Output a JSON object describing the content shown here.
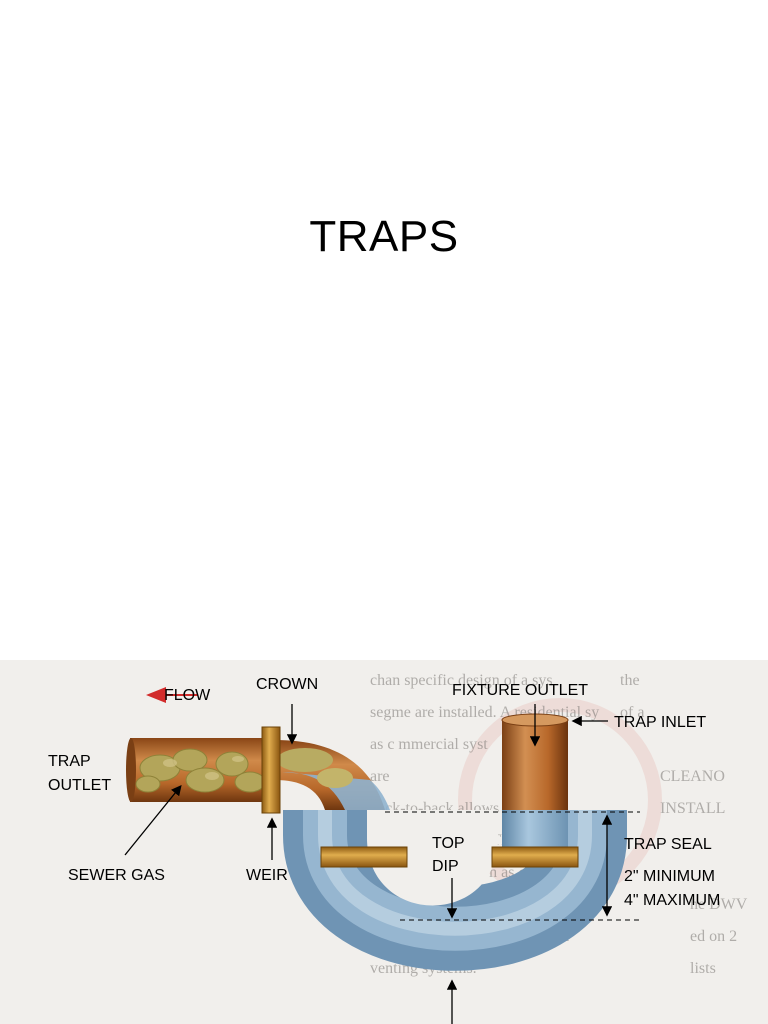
{
  "slide": {
    "title": "TRAPS"
  },
  "diagram": {
    "labels": {
      "flow": "FLOW",
      "crown": "CROWN",
      "fixture_outlet": "FIXTURE OUTLET",
      "trap_inlet": "TRAP INLET",
      "trap_outlet_line1": "TRAP",
      "trap_outlet_line2": "OUTLET",
      "sewer_gas": "SEWER GAS",
      "weir": "WEIR",
      "top_dip_line1": "TOP",
      "top_dip_line2": "DIP",
      "trap_seal": "TRAP SEAL",
      "min": "2\" MINIMUM",
      "max": "4\" MAXIMUM"
    },
    "colors": {
      "pipe_copper": "#b8682a",
      "pipe_dark": "#7a3f14",
      "water_blue": "#8fb3cf",
      "fitting_gold": "#c9922e",
      "sewer_gas": "#b3a55a",
      "flow_arrow": "#d22b2b"
    }
  }
}
